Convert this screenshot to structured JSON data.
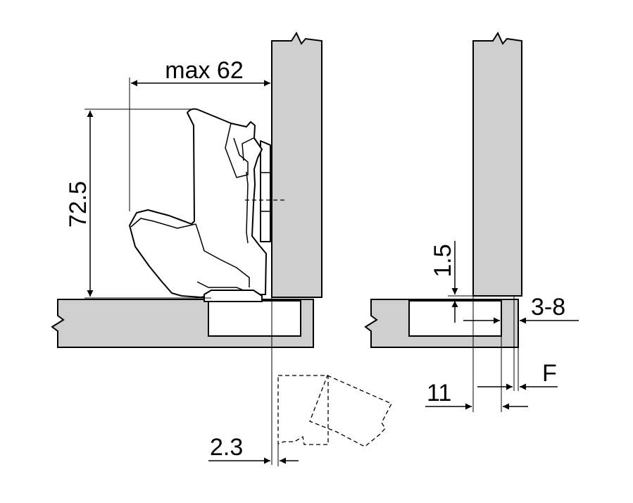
{
  "dimensions": {
    "max_overlay": "max 62",
    "height": "72.5",
    "offset": "2.3",
    "gap": "1.5",
    "range": "3-8",
    "overlay_f": "F",
    "distance": "11"
  },
  "colors": {
    "panel": "#cfcfcf",
    "stroke": "#000000",
    "background": "#ffffff"
  }
}
